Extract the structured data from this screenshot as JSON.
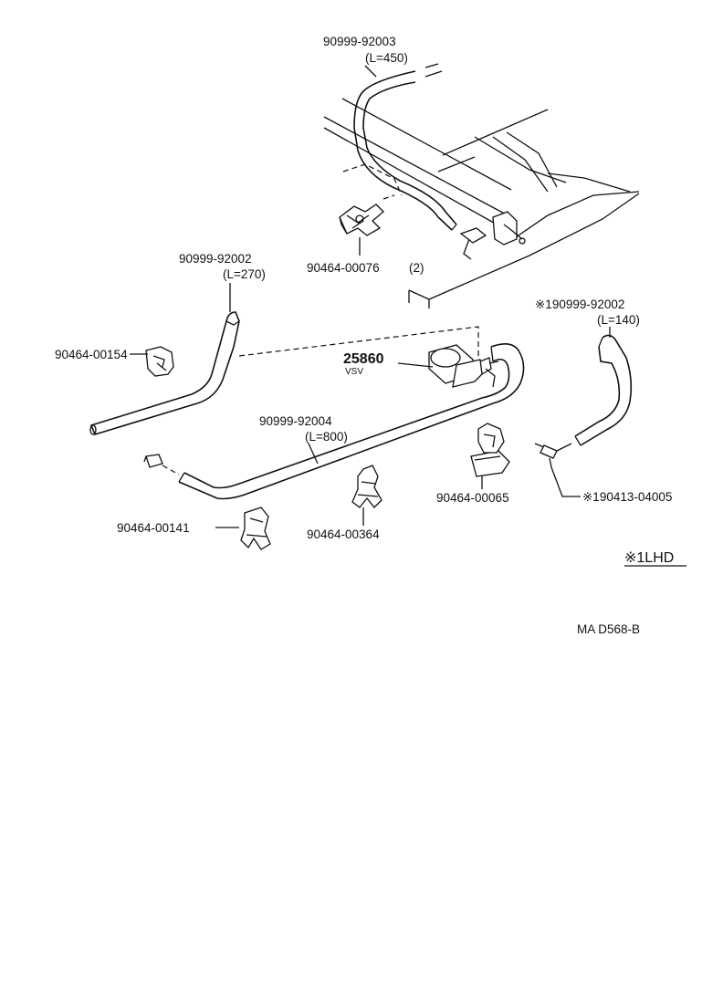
{
  "labels": {
    "hose_top_part": "90999-92003",
    "hose_top_len": "(L=450)",
    "clamp_top_part": "90464-00076",
    "clamp_top_qty": "(2)",
    "hose_left_part": "90999-92002",
    "hose_left_len": "(L=270)",
    "clamp_left_part": "90464-00154",
    "vsv_part": "25860",
    "vsv_sub": "VSV",
    "hose_long_part": "90999-92004",
    "hose_long_len": "(L=800)",
    "clamp_bl_part": "90464-00141",
    "clamp_bm_part": "90464-00364",
    "clamp_br_part": "90464-00065",
    "hose_right_part": "※190999-92002",
    "hose_right_len": "(L=140)",
    "fitting_part": "※190413-04005",
    "legend_note": "※1LHD",
    "drawing_code": "MA D568-B"
  }
}
